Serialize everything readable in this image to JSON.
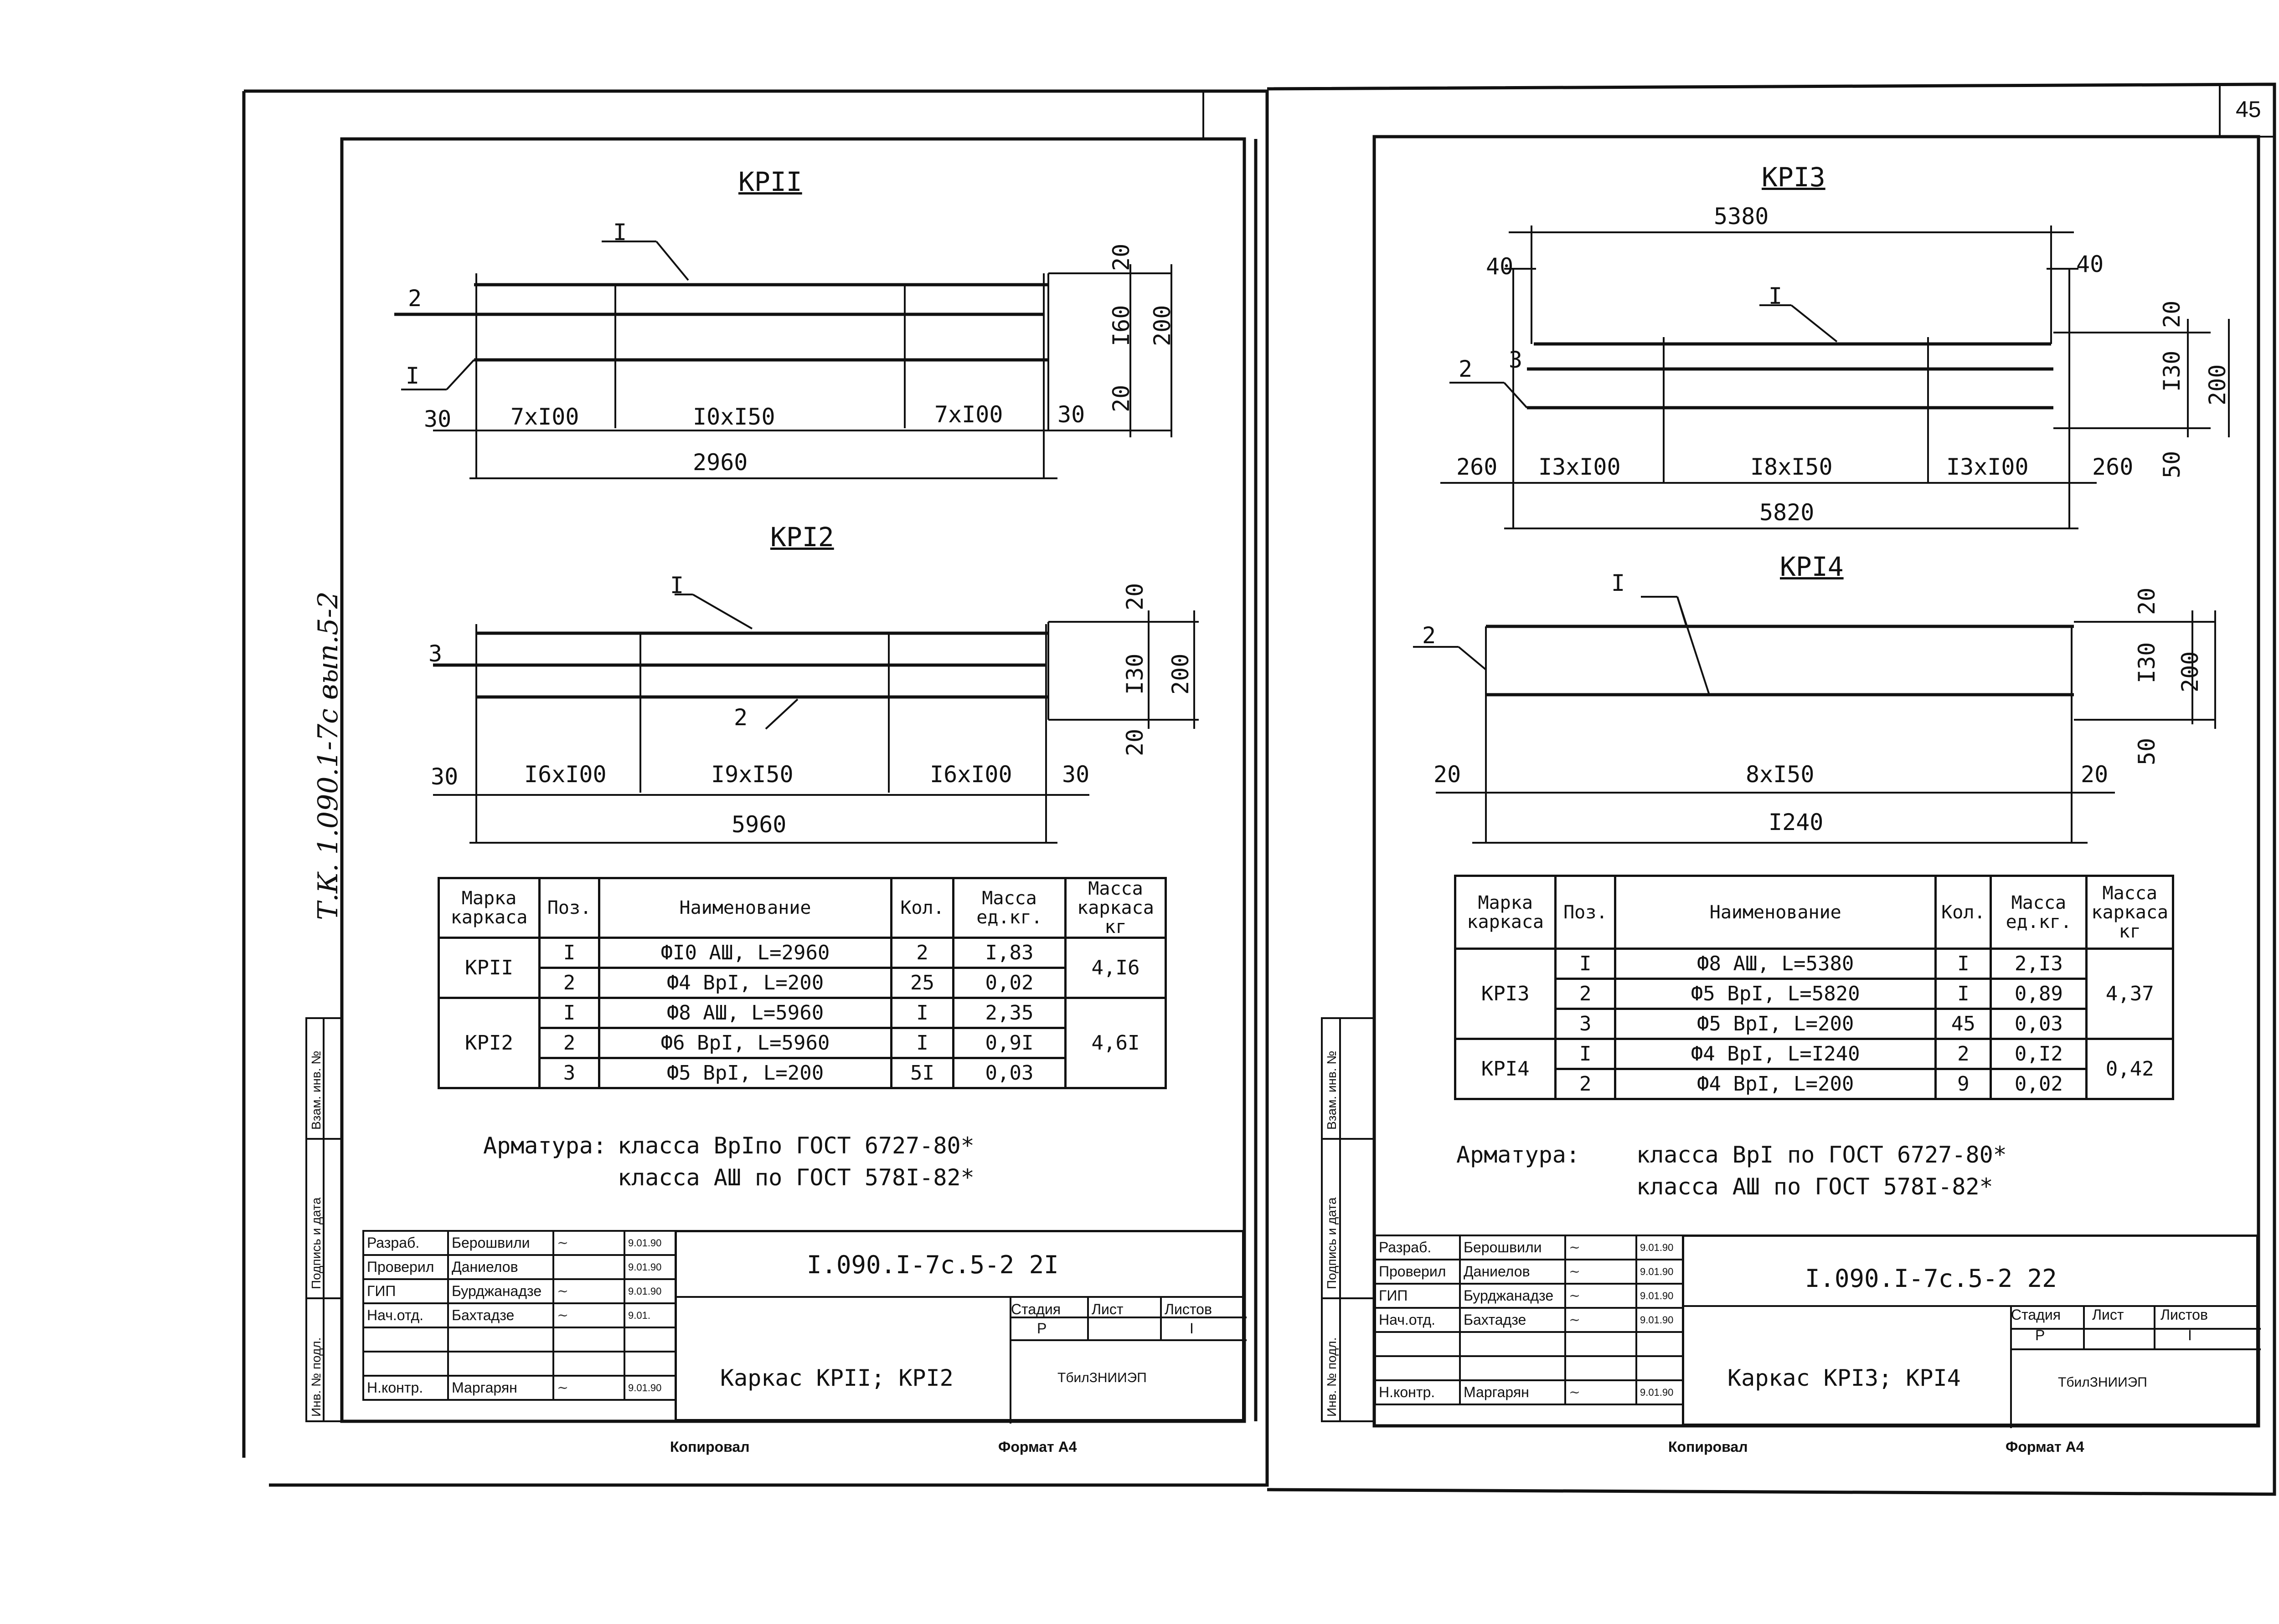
{
  "page_number": "45",
  "side_stamp": "Т.К.  1.090.1-7с  вып.5-2",
  "side_fields": [
    "Взам. инв. №",
    "Подпись и дата",
    "Инв. № подл."
  ],
  "left_sheet": {
    "kr11": {
      "title": "КРII",
      "pos_labels": {
        "top": "I",
        "left_upper": "2",
        "left_lower": "I"
      },
      "bottom_dims": [
        "30",
        "7хI00",
        "I0хI50",
        "7хI00",
        "30"
      ],
      "total": "2960",
      "right_dims": [
        "20",
        "I60",
        "200",
        "20"
      ]
    },
    "kr12": {
      "title": "КРI2",
      "pos_labels": {
        "top": "I",
        "left": "3",
        "mid": "2"
      },
      "bottom_dims": [
        "30",
        "I6хI00",
        "I9хI50",
        "I6хI00",
        "30"
      ],
      "total": "5960",
      "right_dims": [
        "20",
        "I30",
        "200",
        "20"
      ]
    },
    "table": {
      "headers": [
        "Марка каркаса",
        "Поз.",
        "Наименование",
        "Кол.",
        "Масса ед.кг.",
        "Масса каркаса кг"
      ],
      "groups": [
        {
          "mark": "КРII",
          "mass": "4,I6",
          "rows": [
            {
              "pos": "I",
              "name": "ФI0 АШ, L=2960",
              "qty": "2",
              "unit": "I,83"
            },
            {
              "pos": "2",
              "name": "Ф4 ВрI, L=200",
              "qty": "25",
              "unit": "0,02"
            }
          ]
        },
        {
          "mark": "КРI2",
          "mass": "4,6I",
          "rows": [
            {
              "pos": "I",
              "name": "Ф8 АШ, L=5960",
              "qty": "I",
              "unit": "2,35"
            },
            {
              "pos": "2",
              "name": "Ф6 ВрI, L=5960",
              "qty": "I",
              "unit": "0,9I"
            },
            {
              "pos": "3",
              "name": "Ф5 ВрI, L=200",
              "qty": "5I",
              "unit": "0,03"
            }
          ]
        }
      ]
    },
    "note": {
      "label": "Арматура:",
      "line1": "класса ВрIпо ГОСТ 6727-80*",
      "line2": "класса АШ по ГОСТ 578I-82*"
    },
    "title_block": {
      "doc_code": "I.090.I-7с.5-2 2I",
      "name": "Каркас КРII; КРI2",
      "stage_h": "Стадия",
      "sheet_h": "Лист",
      "sheets_h": "Листов",
      "stage": "Р",
      "sheets": "I",
      "org": "ТбилЗНИИЭП",
      "people": [
        {
          "role": "Разраб.",
          "name": "Берошвили",
          "sign": "~",
          "date": "9.01.90"
        },
        {
          "role": "Проверил",
          "name": "Даниелов",
          "sign": "",
          "date": "9.01.90"
        },
        {
          "role": "ГИП",
          "name": "Бурджанадзе",
          "sign": "~",
          "date": "9.01.90"
        },
        {
          "role": "Нач.отд.",
          "name": "Бахтадзе",
          "sign": "~",
          "date": "9.01."
        },
        {
          "role": "",
          "name": "",
          "sign": "",
          "date": ""
        },
        {
          "role": "",
          "name": "",
          "sign": "",
          "date": ""
        },
        {
          "role": "Н.контр.",
          "name": "Маргарян",
          "sign": "~",
          "date": "9.01.90"
        }
      ]
    },
    "copied": "Копировал",
    "format": "Формат А4"
  },
  "right_sheet": {
    "kr13": {
      "title": "КРI3",
      "top_dim": "5380",
      "side_dims": [
        "40",
        "40"
      ],
      "pos_labels": {
        "top": "I",
        "left2": "2",
        "left3": "3"
      },
      "bottom_dims": [
        "260",
        "I3хI00",
        "I8хI50",
        "I3хI00",
        "260"
      ],
      "total": "5820",
      "right_dims": [
        "20",
        "I30",
        "200",
        "50"
      ]
    },
    "kr14": {
      "title": "КРI4",
      "pos_labels": {
        "top": "I",
        "left": "2"
      },
      "bottom_dims": [
        "20",
        "8хI50",
        "20"
      ],
      "total": "I240",
      "right_dims": [
        "20",
        "I30",
        "200",
        "50"
      ]
    },
    "table": {
      "headers": [
        "Марка каркаса",
        "Поз.",
        "Наименование",
        "Кол.",
        "Масса ед.кг.",
        "Масса каркаса кг"
      ],
      "groups": [
        {
          "mark": "КРI3",
          "mass": "4,37",
          "rows": [
            {
              "pos": "I",
              "name": "Ф8 АШ, L=5380",
              "qty": "I",
              "unit": "2,I3"
            },
            {
              "pos": "2",
              "name": "Ф5 ВрI, L=5820",
              "qty": "I",
              "unit": "0,89"
            },
            {
              "pos": "3",
              "name": "Ф5 ВрI, L=200",
              "qty": "45",
              "unit": "0,03"
            }
          ]
        },
        {
          "mark": "КРI4",
          "mass": "0,42",
          "rows": [
            {
              "pos": "I",
              "name": "Ф4 ВрI, L=I240",
              "qty": "2",
              "unit": "0,I2"
            },
            {
              "pos": "2",
              "name": "Ф4 ВрI, L=200",
              "qty": "9",
              "unit": "0,02"
            }
          ]
        }
      ]
    },
    "note": {
      "label": "Арматура:",
      "line1": "класса ВрI по ГОСТ 6727-80*",
      "line2": "класса АШ по ГОСТ 578I-82*"
    },
    "title_block": {
      "doc_code": "I.090.I-7с.5-2 22",
      "name": "Каркас КРI3; КРI4",
      "stage_h": "Стадия",
      "sheet_h": "Лист",
      "sheets_h": "Листов",
      "stage": "Р",
      "sheets": "I",
      "org": "ТбилЗНИИЭП",
      "people": [
        {
          "role": "Разраб.",
          "name": "Берошвили",
          "sign": "~",
          "date": "9.01.90"
        },
        {
          "role": "Проверил",
          "name": "Даниелов",
          "sign": "~",
          "date": "9.01.90"
        },
        {
          "role": "ГИП",
          "name": "Бурджанадзе",
          "sign": "~",
          "date": "9.01.90"
        },
        {
          "role": "Нач.отд.",
          "name": "Бахтадзе",
          "sign": "~",
          "date": "9.01.90"
        },
        {
          "role": "",
          "name": "",
          "sign": "",
          "date": ""
        },
        {
          "role": "",
          "name": "",
          "sign": "",
          "date": ""
        },
        {
          "role": "Н.контр.",
          "name": "Маргарян",
          "sign": "~",
          "date": "9.01.90"
        }
      ]
    },
    "copied": "Копировал",
    "format": "Формат А4"
  }
}
